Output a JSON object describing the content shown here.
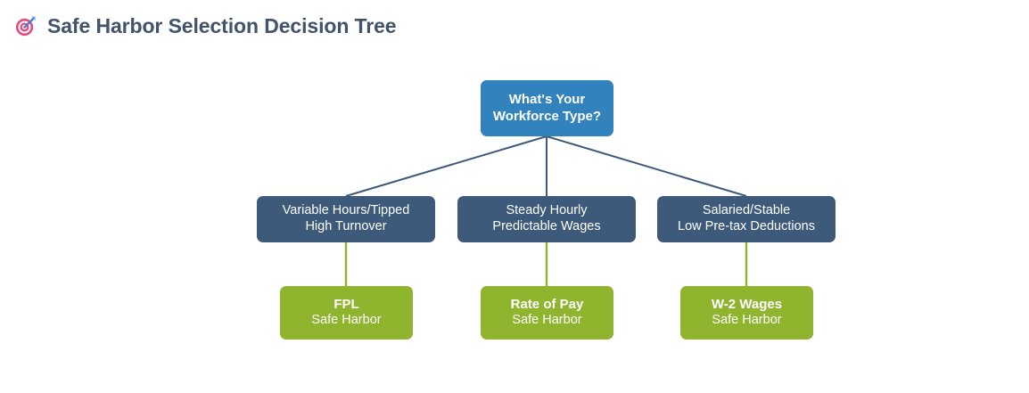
{
  "header": {
    "icon": "target-dart-icon",
    "title": "Safe Harbor Selection Decision Tree"
  },
  "colors": {
    "background": "#ffffff",
    "title_text": "#41546b",
    "root_node": "#3182bd",
    "branch_node": "#3d5a7a",
    "leaf_node": "#8fb42e",
    "edge_upper": "#3d5a7a",
    "edge_lower": "#8fb42e",
    "node_text": "#ffffff"
  },
  "diagram": {
    "type": "decision-tree",
    "root": {
      "id": "root",
      "line1": "What's Your",
      "line2": "Workforce Type?"
    },
    "branches": [
      {
        "id": "branch-variable-hours",
        "line1": "Variable Hours/Tipped",
        "line2": "High Turnover",
        "leaf": {
          "id": "leaf-fpl",
          "title": "FPL",
          "subtitle": "Safe Harbor"
        }
      },
      {
        "id": "branch-steady-hourly",
        "line1": "Steady Hourly",
        "line2": "Predictable Wages",
        "leaf": {
          "id": "leaf-rate-of-pay",
          "title": "Rate of Pay",
          "subtitle": "Safe Harbor"
        }
      },
      {
        "id": "branch-salaried-stable",
        "line1": "Salaried/Stable",
        "line2": "Low Pre-tax Deductions",
        "leaf": {
          "id": "leaf-w2-wages",
          "title": "W-2 Wages",
          "subtitle": "Safe Harbor"
        }
      }
    ]
  }
}
